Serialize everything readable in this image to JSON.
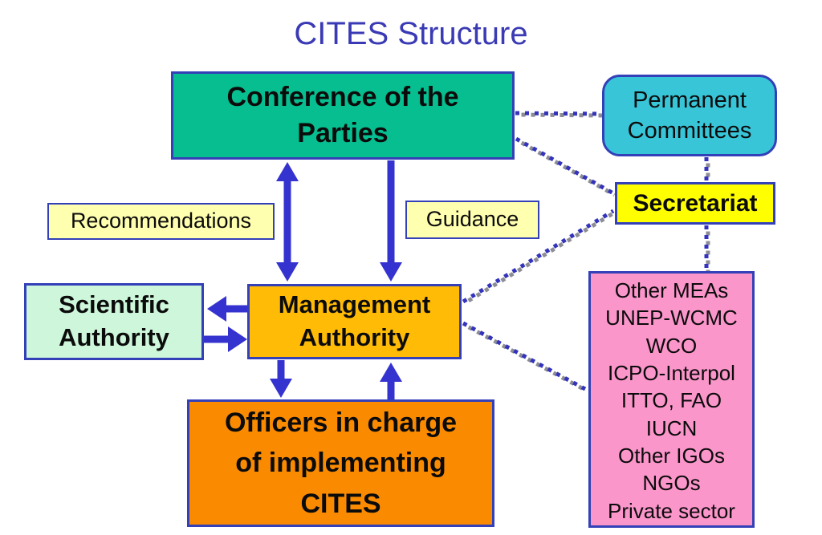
{
  "title": "CITES Structure",
  "boxes": {
    "conference": {
      "label": "Conference of the Parties",
      "lines": [
        "Conference of the",
        "Parties"
      ],
      "fill": "#06BE8F"
    },
    "permanent": {
      "label": "Permanent Committees",
      "lines": [
        "Permanent",
        "Committees"
      ],
      "fill": "#38C5D8"
    },
    "secretariat": {
      "label": "Secretariat",
      "fill": "#FFFF00"
    },
    "recommendations": {
      "label": "Recommendations",
      "fill": "#FFFFB0"
    },
    "guidance": {
      "label": "Guidance",
      "fill": "#FFFFB0"
    },
    "scientific": {
      "label": "Scientific Authority",
      "lines": [
        "Scientific",
        "Authority"
      ],
      "fill": "#CDF6DA"
    },
    "management": {
      "label": "Management Authority",
      "lines": [
        "Management",
        "Authority"
      ],
      "fill": "#FFBB05"
    },
    "officers": {
      "label": "Officers in charge of implementing CITES",
      "lines": [
        "Officers in charge",
        "of implementing",
        "CITES"
      ],
      "fill": "#FA8B00"
    },
    "partners": {
      "items": [
        "Other MEAs",
        "UNEP-WCMC",
        "WCO",
        "ICPO-Interpol",
        "ITTO, FAO",
        "IUCN",
        "Other IGOs",
        "NGOs",
        "Private sector"
      ],
      "fill": "#FB96CB"
    }
  },
  "connections": {
    "solid_arrows": [
      {
        "from": "conference",
        "to": "management",
        "style": "double-headed-vertical"
      },
      {
        "from": "conference",
        "to": "management",
        "style": "down"
      },
      {
        "from": "management",
        "to": "scientific",
        "style": "left"
      },
      {
        "from": "scientific",
        "to": "management",
        "style": "right"
      },
      {
        "from": "management",
        "to": "officers",
        "style": "down"
      },
      {
        "from": "officers",
        "to": "management",
        "style": "up"
      }
    ],
    "dotted_links": [
      {
        "from": "conference",
        "to": "permanent"
      },
      {
        "from": "conference",
        "to": "secretariat"
      },
      {
        "from": "management",
        "to": "secretariat"
      },
      {
        "from": "permanent",
        "to": "secretariat"
      },
      {
        "from": "secretariat",
        "to": "partners"
      },
      {
        "from": "management",
        "to": "partners"
      }
    ]
  },
  "colors": {
    "title_text": "#3A3AB5",
    "arrow_blue": "#3533CF",
    "box_border": "#3340B8",
    "dash_blue": "#3333BB",
    "dash_gray": "#8C8C94",
    "text": "#0b0b0b",
    "background": "#FFFFFF"
  }
}
